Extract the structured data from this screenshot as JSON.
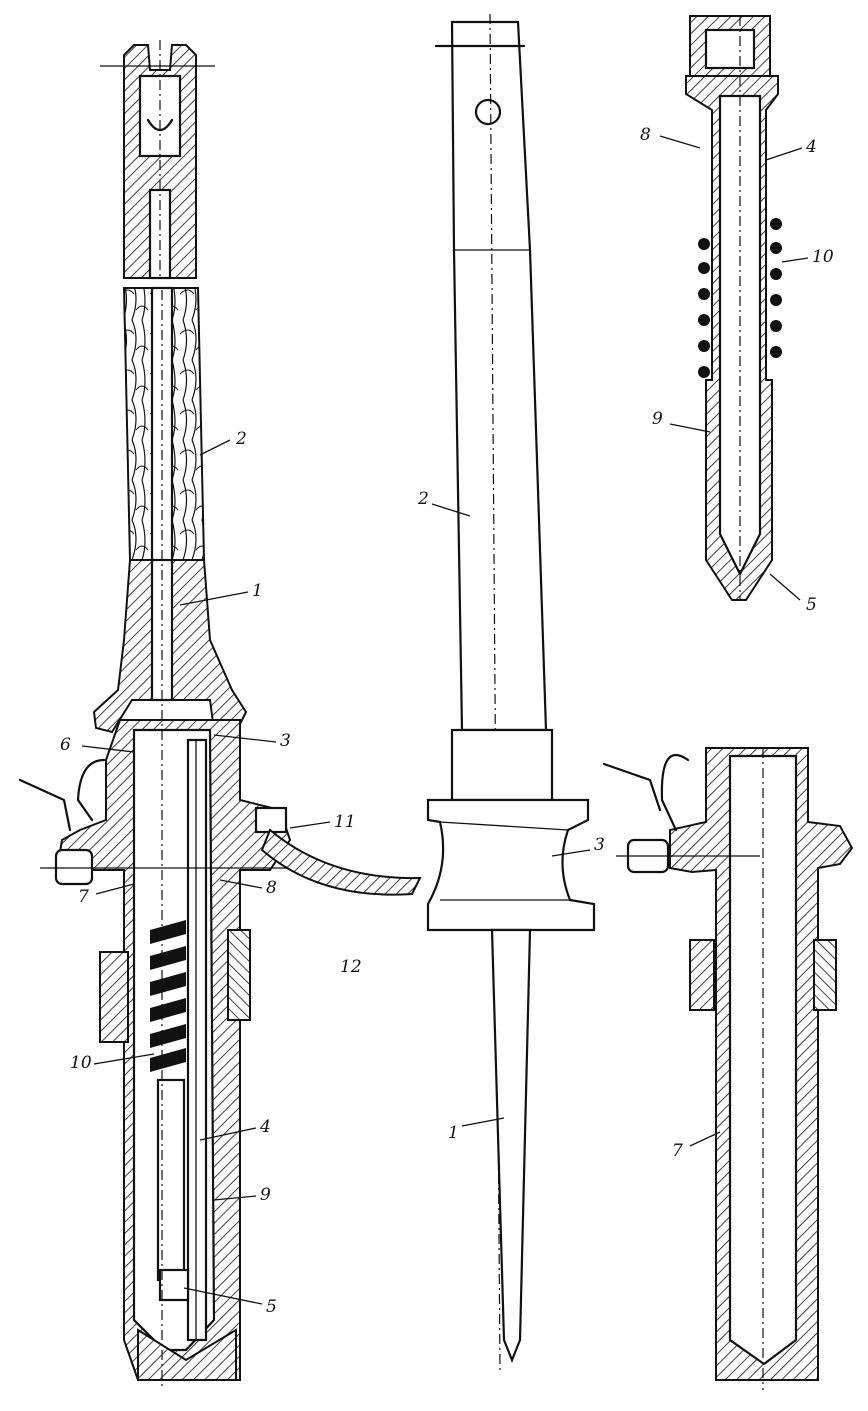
{
  "figure": {
    "labels": {
      "left_assembly": [
        "2",
        "1",
        "3",
        "6",
        "11",
        "7",
        "8",
        "12",
        "10",
        "4",
        "9",
        "5"
      ],
      "middle_assembly": [
        "2",
        "3",
        "1"
      ],
      "top_right_assembly": [
        "8",
        "4",
        "10",
        "9",
        "5"
      ],
      "bottom_right_assembly": [
        "7"
      ]
    }
  }
}
